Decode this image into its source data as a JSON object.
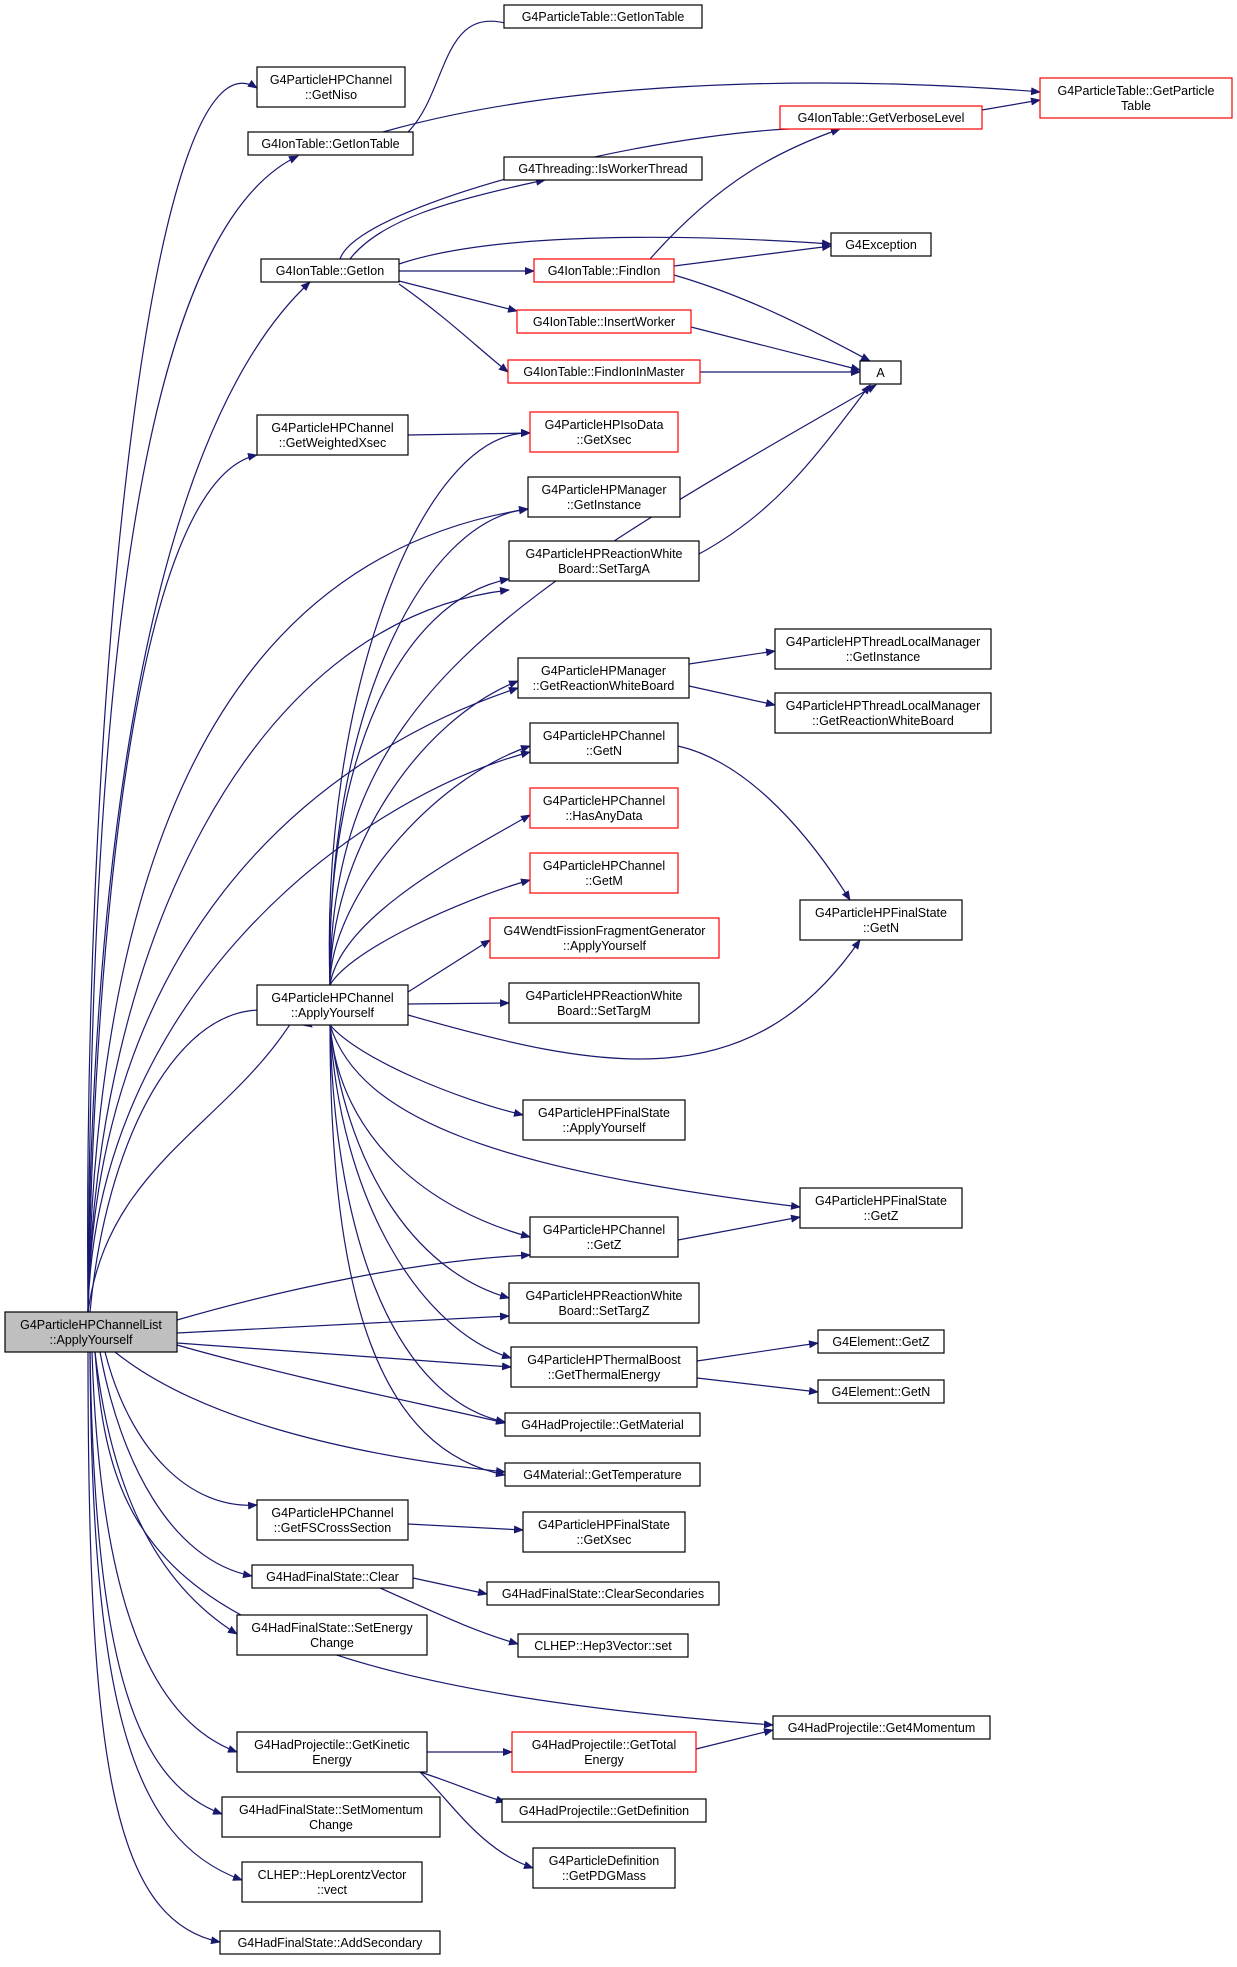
{
  "diagram": {
    "type": "call-graph",
    "colors": {
      "edge": "#191970",
      "node_border": "#000000",
      "truncated_border": "#ff0000",
      "root_fill": "#bfbfbf"
    },
    "nodes": [
      {
        "id": "root",
        "lines": [
          "G4ParticleHPChannelList",
          "::ApplyYourself"
        ],
        "style": "root"
      },
      {
        "id": "ch_apply",
        "lines": [
          "G4ParticleHPChannel",
          "::ApplyYourself"
        ],
        "style": "normal"
      },
      {
        "id": "ch_getniso",
        "lines": [
          "G4ParticleHPChannel",
          "::GetNiso"
        ],
        "style": "normal"
      },
      {
        "id": "ion_getiontable",
        "lines": [
          "G4IonTable::GetIonTable"
        ],
        "style": "normal"
      },
      {
        "id": "pt_getiontable",
        "lines": [
          "G4ParticleTable::GetIonTable"
        ],
        "style": "normal"
      },
      {
        "id": "pt_getparticletable",
        "lines": [
          "G4ParticleTable::GetParticle",
          "Table"
        ],
        "style": "red"
      },
      {
        "id": "ion_getverbose",
        "lines": [
          "G4IonTable::GetVerboseLevel"
        ],
        "style": "red"
      },
      {
        "id": "threading",
        "lines": [
          "G4Threading::IsWorkerThread"
        ],
        "style": "normal"
      },
      {
        "id": "ion_getion",
        "lines": [
          "G4IonTable::GetIon"
        ],
        "style": "normal"
      },
      {
        "id": "exception",
        "lines": [
          "G4Exception"
        ],
        "style": "normal"
      },
      {
        "id": "ion_findion",
        "lines": [
          "G4IonTable::FindIon"
        ],
        "style": "red"
      },
      {
        "id": "ion_insertworker",
        "lines": [
          "G4IonTable::InsertWorker"
        ],
        "style": "red"
      },
      {
        "id": "ion_findmaster",
        "lines": [
          "G4IonTable::FindIonInMaster"
        ],
        "style": "red"
      },
      {
        "id": "a",
        "lines": [
          "A"
        ],
        "style": "normal"
      },
      {
        "id": "ch_getweighted",
        "lines": [
          "G4ParticleHPChannel",
          "::GetWeightedXsec"
        ],
        "style": "normal"
      },
      {
        "id": "iso_getxsec",
        "lines": [
          "G4ParticleHPIsoData",
          "::GetXsec"
        ],
        "style": "red"
      },
      {
        "id": "mgr_getinstance",
        "lines": [
          "G4ParticleHPManager",
          "::GetInstance"
        ],
        "style": "normal"
      },
      {
        "id": "rwb_settarga",
        "lines": [
          "G4ParticleHPReactionWhite",
          "Board::SetTargA"
        ],
        "style": "normal"
      },
      {
        "id": "mgr_getrwb",
        "lines": [
          "G4ParticleHPManager",
          "::GetReactionWhiteBoard"
        ],
        "style": "normal"
      },
      {
        "id": "tlm_getinstance",
        "lines": [
          "G4ParticleHPThreadLocalManager",
          "::GetInstance"
        ],
        "style": "normal"
      },
      {
        "id": "tlm_getrwb",
        "lines": [
          "G4ParticleHPThreadLocalManager",
          "::GetReactionWhiteBoard"
        ],
        "style": "normal"
      },
      {
        "id": "ch_getn",
        "lines": [
          "G4ParticleHPChannel",
          "::GetN"
        ],
        "style": "normal"
      },
      {
        "id": "ch_hasany",
        "lines": [
          "G4ParticleHPChannel",
          "::HasAnyData"
        ],
        "style": "red"
      },
      {
        "id": "ch_getm",
        "lines": [
          "G4ParticleHPChannel",
          "::GetM"
        ],
        "style": "red"
      },
      {
        "id": "wendt",
        "lines": [
          "G4WendtFissionFragmentGenerator",
          "::ApplyYourself"
        ],
        "style": "red"
      },
      {
        "id": "fs_getn",
        "lines": [
          "G4ParticleHPFinalState",
          "::GetN"
        ],
        "style": "normal"
      },
      {
        "id": "rwb_settargm",
        "lines": [
          "G4ParticleHPReactionWhite",
          "Board::SetTargM"
        ],
        "style": "normal"
      },
      {
        "id": "fs_apply",
        "lines": [
          "G4ParticleHPFinalState",
          "::ApplyYourself"
        ],
        "style": "normal"
      },
      {
        "id": "fs_getz",
        "lines": [
          "G4ParticleHPFinalState",
          "::GetZ"
        ],
        "style": "normal"
      },
      {
        "id": "ch_getz",
        "lines": [
          "G4ParticleHPChannel",
          "::GetZ"
        ],
        "style": "normal"
      },
      {
        "id": "rwb_settargz",
        "lines": [
          "G4ParticleHPReactionWhite",
          "Board::SetTargZ"
        ],
        "style": "normal"
      },
      {
        "id": "tb_getthermal",
        "lines": [
          "G4ParticleHPThermalBoost",
          "::GetThermalEnergy"
        ],
        "style": "normal"
      },
      {
        "id": "el_getz",
        "lines": [
          "G4Element::GetZ"
        ],
        "style": "normal"
      },
      {
        "id": "el_getn",
        "lines": [
          "G4Element::GetN"
        ],
        "style": "normal"
      },
      {
        "id": "hp_getmaterial",
        "lines": [
          "G4HadProjectile::GetMaterial"
        ],
        "style": "normal"
      },
      {
        "id": "mat_gettemp",
        "lines": [
          "G4Material::GetTemperature"
        ],
        "style": "normal"
      },
      {
        "id": "ch_getfs",
        "lines": [
          "G4ParticleHPChannel",
          "::GetFSCrossSection"
        ],
        "style": "normal"
      },
      {
        "id": "fs_getxsec",
        "lines": [
          "G4ParticleHPFinalState",
          "::GetXsec"
        ],
        "style": "normal"
      },
      {
        "id": "hfs_clear",
        "lines": [
          "G4HadFinalState::Clear"
        ],
        "style": "normal"
      },
      {
        "id": "hfs_clearsec",
        "lines": [
          "G4HadFinalState::ClearSecondaries"
        ],
        "style": "normal"
      },
      {
        "id": "clhep_set",
        "lines": [
          "CLHEP::Hep3Vector::set"
        ],
        "style": "normal"
      },
      {
        "id": "hfs_setenergy",
        "lines": [
          "G4HadFinalState::SetEnergy",
          "Change"
        ],
        "style": "normal"
      },
      {
        "id": "hp_get4mom",
        "lines": [
          "G4HadProjectile::Get4Momentum"
        ],
        "style": "normal"
      },
      {
        "id": "hp_getkinetic",
        "lines": [
          "G4HadProjectile::GetKinetic",
          "Energy"
        ],
        "style": "normal"
      },
      {
        "id": "hp_gettotal",
        "lines": [
          "G4HadProjectile::GetTotal",
          "Energy"
        ],
        "style": "red"
      },
      {
        "id": "hp_getdef",
        "lines": [
          "G4HadProjectile::GetDefinition"
        ],
        "style": "normal"
      },
      {
        "id": "pd_getpdg",
        "lines": [
          "G4ParticleDefinition",
          "::GetPDGMass"
        ],
        "style": "normal"
      },
      {
        "id": "hfs_setmom",
        "lines": [
          "G4HadFinalState::SetMomentum",
          "Change"
        ],
        "style": "normal"
      },
      {
        "id": "clhep_vect",
        "lines": [
          "CLHEP::HepLorentzVector",
          "::vect"
        ],
        "style": "normal"
      },
      {
        "id": "hfs_addsec",
        "lines": [
          "G4HadFinalState::AddSecondary"
        ],
        "style": "normal"
      }
    ]
  }
}
